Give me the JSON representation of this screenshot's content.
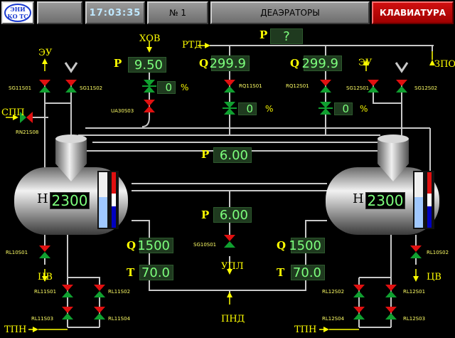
{
  "header": {
    "logo_text": "ЭНИКО ТС",
    "time": "17:03:35",
    "number": "№ 1",
    "title": "ДЕАЭРАТОРЫ",
    "keyboard_button": "КЛАВИАТУРА"
  },
  "params": {
    "xov_label": "ХОВ",
    "p_xov": "9.50",
    "rtd_label": "РТД",
    "p_rtd": "?",
    "q_left": "299.9",
    "q_right": "299.9",
    "ua_pct": "0",
    "rq11_pct": "0",
    "rq12_pct": "0",
    "p_common": "6.00",
    "h_left": "2300",
    "h_right": "2300",
    "p_center": "6.00",
    "q_bottom_left": "1500",
    "t_bottom_left": "70.0",
    "q_bottom_right": "1500",
    "t_bottom_right": "70.0"
  },
  "labels": {
    "P": "P",
    "Q": "Q",
    "T": "T",
    "H": "H",
    "pct": "%",
    "eu": "ЭУ",
    "spp": "СПП",
    "zpo": "ЗПО",
    "cv": "ЦВ",
    "upl": "УПЛ",
    "pnd": "ПНД",
    "tpn": "ТПН"
  },
  "valves": {
    "sg11s01": "SG11S01",
    "sg11s02": "SG11S02",
    "ua30s03": "UA30S03",
    "rn21s08": "RN21S08",
    "rq11s01": "RQ11S01",
    "rq12s01": "RQ12S01",
    "sg12s01": "SG12S01",
    "sg12s02": "SG12S02",
    "rl10s01": "RL10S01",
    "rl10s02": "RL10S02",
    "sg10s01": "SG10S01",
    "rl11s01": "RL11S01",
    "rl11s02": "RL11S02",
    "rl11s03": "RL11S03",
    "rl11s04": "RL11S04",
    "rl12s01": "RL12S01",
    "rl12s02": "RL12S02",
    "rl12s03": "RL12S03",
    "rl12s04": "RL12S04"
  },
  "colors": {
    "valve_top": "#e01010",
    "valve_bottom": "#10a030",
    "pipe": "#c8c8c8",
    "label": "#ffff00",
    "value_bg": "#1f3a1f",
    "value_text": "#7dff7d"
  }
}
